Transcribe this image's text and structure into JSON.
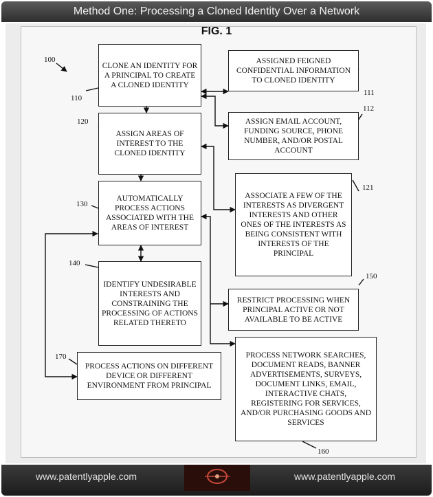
{
  "header": {
    "title": "Method One: Processing a Cloned Identity Over a Network"
  },
  "figure_label": "FIG. 1",
  "ref_main": "100",
  "boxes": {
    "b110": {
      "num": "110",
      "text": "CLONE AN IDENTITY FOR A PRINCIPAL TO CREATE A CLONED IDENTITY"
    },
    "b111": {
      "num": "111",
      "text": "ASSIGNED FEIGNED CONFIDENTIAL INFORMATION TO CLONED IDENTITY"
    },
    "b112": {
      "num": "112",
      "text": "ASSIGN EMAIL ACCOUNT, FUNDING SOURCE, PHONE NUMBER, AND/OR POSTAL ACCOUNT"
    },
    "b120": {
      "num": "120",
      "text": "ASSIGN AREAS OF INTEREST TO THE CLONED IDENTITY"
    },
    "b121": {
      "num": "121",
      "text": "ASSOCIATE A FEW OF THE INTERESTS AS DIVERGENT INTERESTS AND OTHER ONES OF THE INTERESTS AS BEING CONSISTENT WITH INTERESTS OF THE PRINCIPAL"
    },
    "b130": {
      "num": "130",
      "text": "AUTOMATICALLY PROCESS ACTIONS ASSOCIATED WITH THE AREAS OF INTEREST"
    },
    "b140": {
      "num": "140",
      "text": "IDENTIFY UNDESIRABLE INTERESTS AND CONSTRAINING THE PROCESSING OF ACTIONS RELATED THERETO"
    },
    "b150": {
      "num": "150",
      "text": "RESTRICT PROCESSING WHEN PRINCIPAL ACTIVE OR NOT AVAILABLE TO BE ACTIVE"
    },
    "b160": {
      "num": "160",
      "text": "PROCESS NETWORK SEARCHES, DOCUMENT READS, BANNER ADVERTISEMENTS, SURVEYS, DOCUMENT LINKS, EMAIL, INTERACTIVE CHATS, REGISTERING FOR SERVICES, AND/OR PURCHASING GOODS AND SERVICES"
    },
    "b170": {
      "num": "170",
      "text": "PROCESS ACTIONS ON DIFFERENT DEVICE OR DIFFERENT ENVIRONMENT FROM PRINCIPAL"
    }
  },
  "footer": {
    "left": "www.patentlyapple.com",
    "right": "www.patentlyapple.com"
  }
}
